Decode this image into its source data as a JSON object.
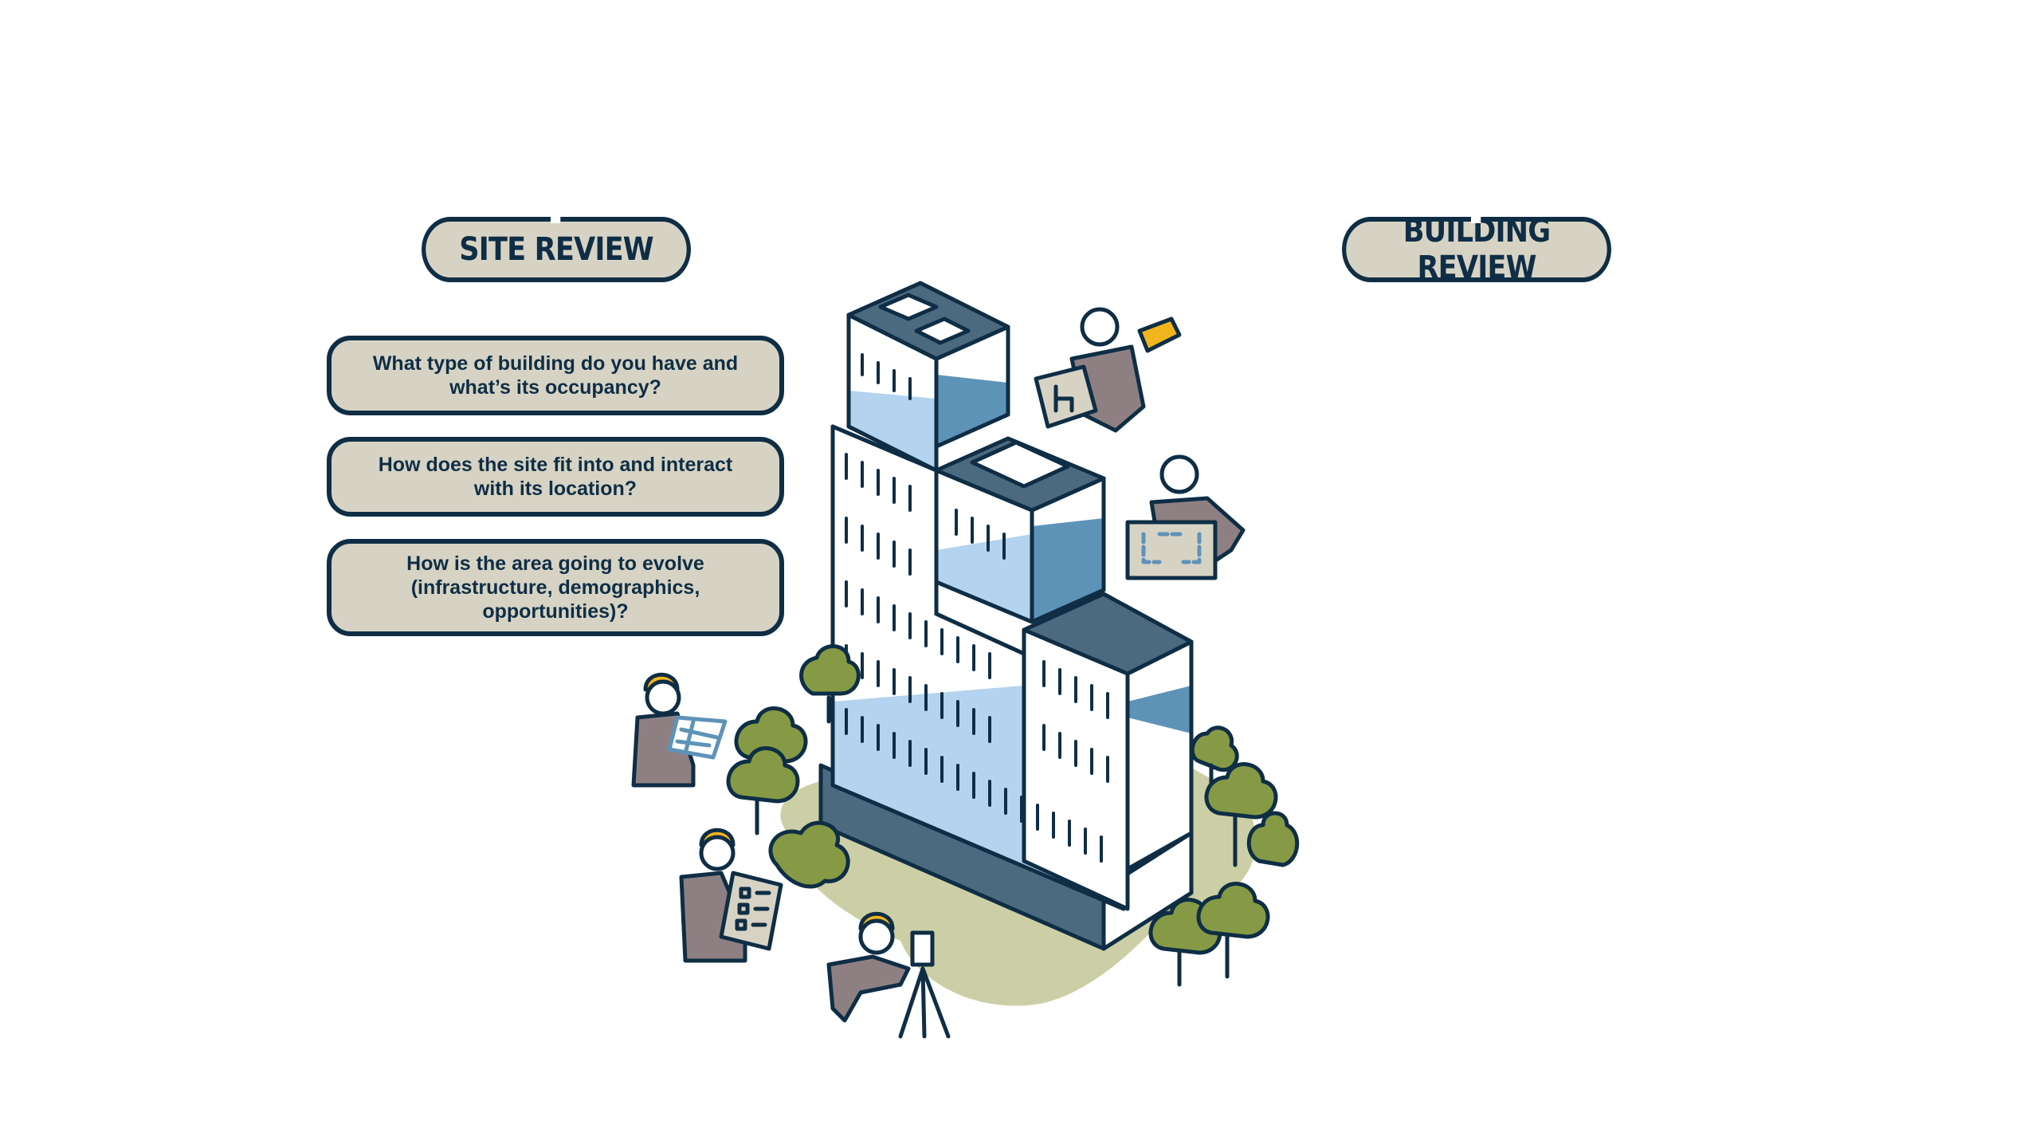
{
  "site_review": {
    "heading": "SITE REVIEW",
    "questions": [
      "What type of building do you have and what’s its occupancy?",
      "How does the site fit into and interact with its location?",
      "How is the area going to evolve (infrastructure, demographics, opportunities)?"
    ]
  },
  "building_review": {
    "heading": "BUILDING REVIEW"
  },
  "colors": {
    "navy": "#0f2e45",
    "pill_fill": "#d7d3c4",
    "glass_blue": "#b3d3ee",
    "accent_blue": "#5e93b8",
    "slate": "#4b6a80",
    "tree_green": "#869a45",
    "grass": "#cccfa5",
    "hard_hat": "#f2b51d",
    "worker_gray": "#8e8082"
  }
}
